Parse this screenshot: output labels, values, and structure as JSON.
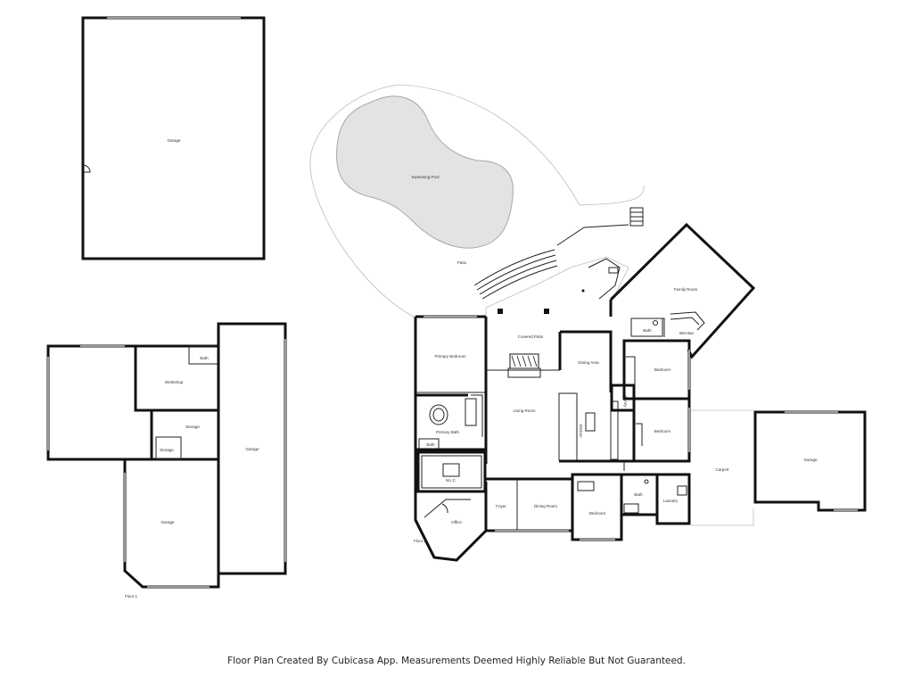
{
  "labels": {
    "garage_detached": "Garage",
    "swimming_pool": "Swimming Pool",
    "patio": "Patio",
    "covered_patio": "Covered Patio",
    "family_room": "Family Room",
    "wet_bar": "Wet Bar",
    "bath_family": "Bath",
    "primary_bedroom": "Primary Bedroom",
    "dining_area": "Dining Area",
    "bedroom_1": "Bedroom",
    "pantry": "Pantry",
    "bedroom_2": "Bedroom",
    "primary_bath": "Primary Bath",
    "bath_small": "Bath",
    "living_room": "Living Room",
    "kitchen": "Kitchen",
    "wic": "W.I.C.",
    "foyer": "Foyer",
    "dining_room": "Dining Room",
    "bedroom_3": "Bedroom",
    "bath_hall": "Bath",
    "laundry": "Laundry",
    "carport": "Carport",
    "garage_carport": "Garage",
    "office": "Office",
    "floor2_label": "Floor 2",
    "bath_workshop": "Bath",
    "workshop": "Workshop",
    "storage_1": "Storage",
    "storage_2": "Storage",
    "garage_right": "Garage",
    "garage_left": "Garage",
    "floor1_label": "Floor 1"
  },
  "caption": "Floor Plan Created By Cubicasa App. Measurements Deemed Highly Reliable But Not Guaranteed."
}
